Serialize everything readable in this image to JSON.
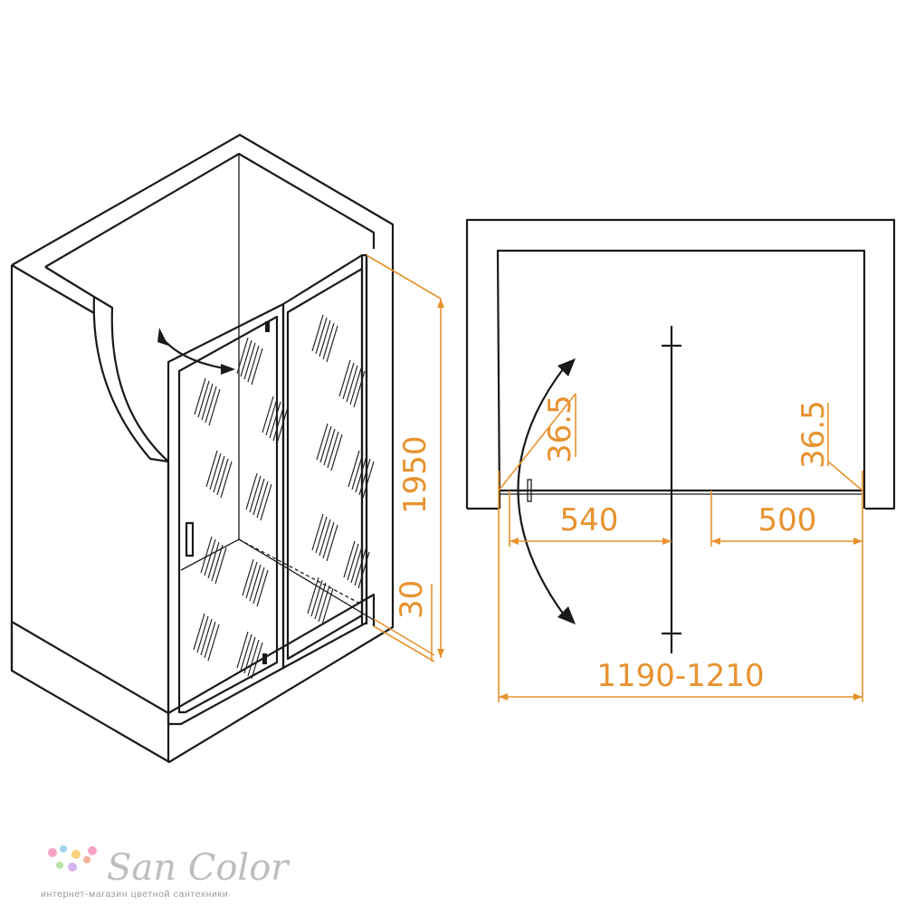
{
  "dimensions": {
    "height": "1950",
    "base": "30",
    "left_offset": "36.5",
    "right_offset": "36.5",
    "door_width": "540",
    "fixed_width": "500",
    "total_width": "1190-1210"
  },
  "brand": {
    "name": "San Color",
    "tagline": "интернет-магазин цветной сантехники",
    "dot_colors": [
      "#f6a3c7",
      "#9fd3f2",
      "#f7d27a",
      "#b7e3a6",
      "#d6b3f0",
      "#f4b39a"
    ]
  },
  "colors": {
    "dimension": "#e8922e",
    "outline": "#1a1a1a"
  }
}
